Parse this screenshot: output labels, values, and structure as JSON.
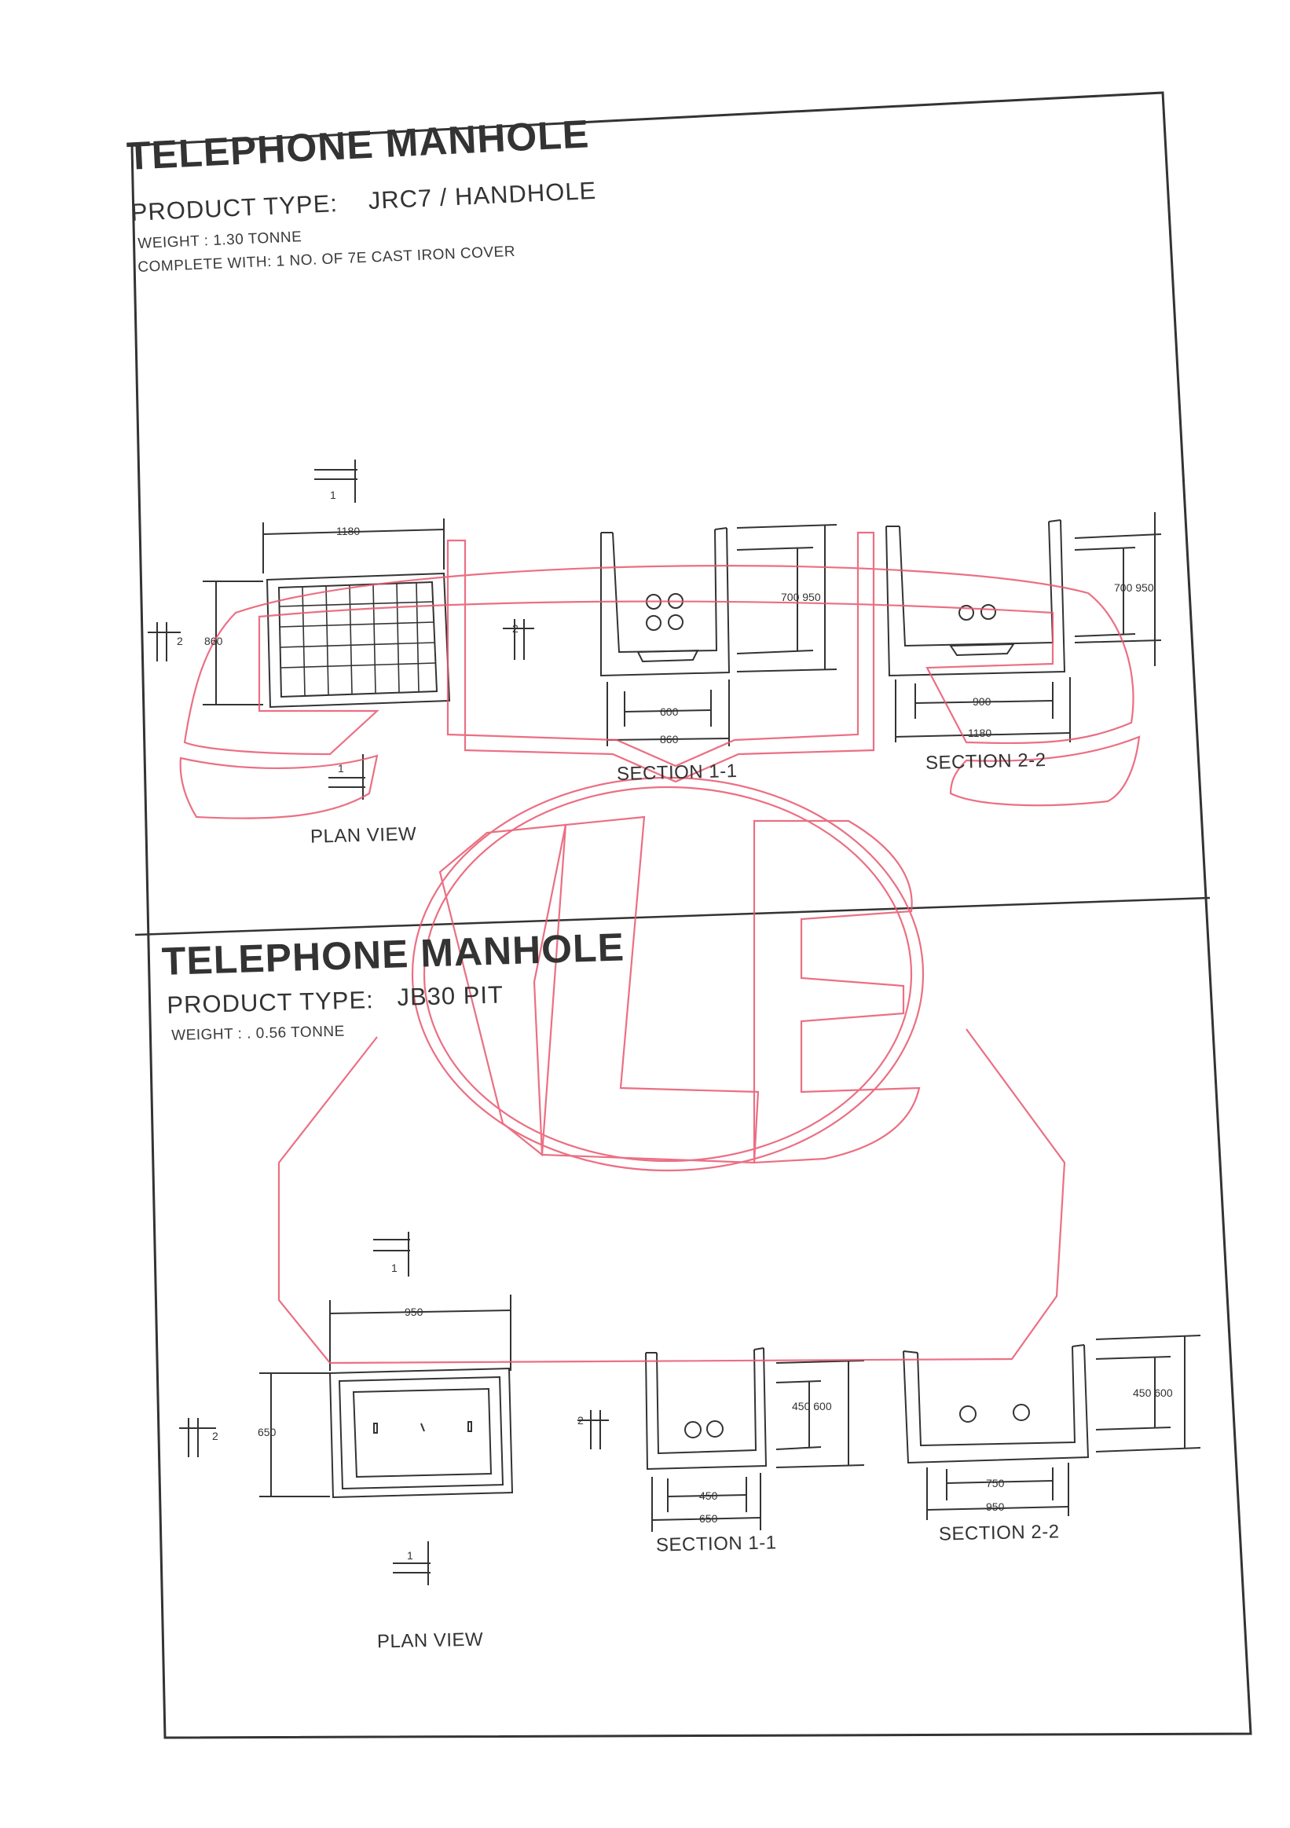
{
  "sheets": [
    {
      "title": "TELEPHONE MANHOLE",
      "product_type_label": "PRODUCT TYPE:",
      "product_type_value": "JRC7  / HANDHOLE",
      "weight": "WEIGHT :    1.30 TONNE",
      "complete_with": "COMPLETE WITH:  1 NO. OF 7E CAST IRON COVER",
      "plan_view_label": "PLAN VIEW",
      "section_1_label": "SECTION 1-1",
      "section_2_label": "SECTION 2-2",
      "dims": {
        "plan_width": "1180",
        "plan_height": "860",
        "s1_inner": "600",
        "s1_outer": "860",
        "s1_heights": "700 950",
        "s2_inner": "900",
        "s2_outer": "1180",
        "s2_heights": "700 950",
        "marker_1": "1",
        "marker_2": "2"
      }
    },
    {
      "title": "TELEPHONE MANHOLE",
      "product_type_label": "PRODUCT TYPE:",
      "product_type_value": "JB30 PIT",
      "weight": "WEIGHT :  . 0.56 TONNE",
      "plan_view_label": "PLAN VIEW",
      "section_1_label": "SECTION 1-1",
      "section_2_label": "SECTION 2-2",
      "dims": {
        "plan_width": "950",
        "plan_height": "650",
        "s1_inner": "450",
        "s1_outer": "650",
        "s1_heights": "450  600",
        "s2_inner": "750",
        "s2_outer": "950",
        "s2_heights": "450  600",
        "marker_1": "1",
        "marker_2": "2"
      }
    }
  ],
  "watermark": {
    "color": "#e8576e"
  },
  "ink_color": "#333333"
}
